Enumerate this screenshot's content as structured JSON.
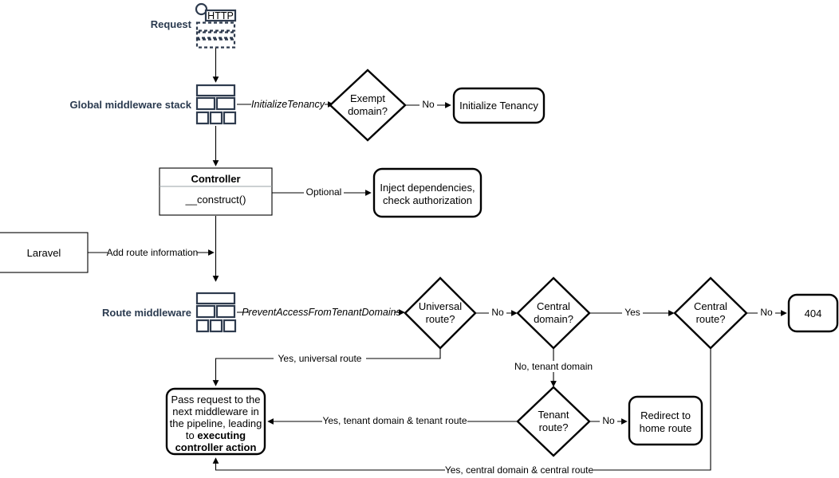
{
  "diagram": {
    "title": "Tenancy request lifecycle flowchart",
    "colors": {
      "icon": "#2e3b4e",
      "stroke": "#000000",
      "label": "#2a3a4f",
      "bg": "#ffffff"
    },
    "labels": {
      "request": "Request",
      "global_middleware_stack": "Global middleware stack",
      "route_middleware": "Route middleware",
      "http_icon_text": "HTTP"
    },
    "nodes": {
      "initialize_tenancy": "Initialize Tenancy",
      "exempt_domain": {
        "line1": "Exempt",
        "line2": "domain?"
      },
      "controller_title": "Controller",
      "controller_method": "__construct()",
      "inject_deps": {
        "line1": "Inject dependencies,",
        "line2": "check authorization"
      },
      "laravel": "Laravel",
      "universal_route": {
        "line1": "Universal",
        "line2": "route?"
      },
      "central_domain": {
        "line1": "Central",
        "line2": "domain?"
      },
      "central_route": {
        "line1": "Central",
        "line2": "route?"
      },
      "not_found": "404",
      "tenant_route": {
        "line1": "Tenant",
        "line2": "route?"
      },
      "redirect_home": {
        "line1": "Redirect to",
        "line2": "home route"
      },
      "pass_request": {
        "line1": "Pass request to the",
        "line2": "next middleware in",
        "line3": "the pipeline, leading",
        "line4": "to ",
        "line4_bold": "executing",
        "line5_bold": "controller action"
      }
    },
    "edges": {
      "initialize_tenancy_mw": "InitializeTenancy",
      "exempt_no": "No",
      "controller_optional": "Optional",
      "laravel_add_route": "Add route information",
      "prevent_access": "PreventAccessFromTenantDomains",
      "universal_no": "No",
      "central_domain_yes": "Yes",
      "central_route_no": "No",
      "universal_yes": "Yes, universal route",
      "no_tenant_domain": "No, tenant domain",
      "tenant_yes": "Yes, tenant domain & tenant route",
      "tenant_no": "No",
      "central_yes_route": "Yes, central domain & central route"
    }
  }
}
